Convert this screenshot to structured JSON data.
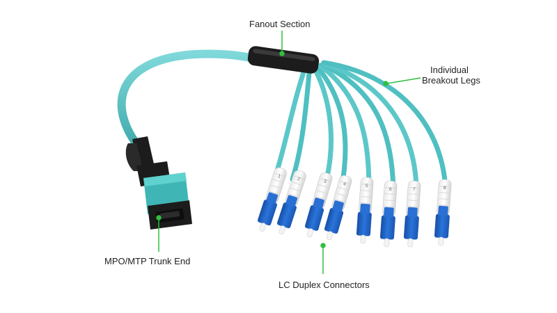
{
  "labels": {
    "fanout": "Fanout Section",
    "breakout_line1": "Individual",
    "breakout_line2": "Breakout Legs",
    "trunk": "MPO/MTP Trunk End",
    "lc": "LC Duplex Connectors"
  },
  "leg_markings": [
    "1",
    "2",
    "3",
    "4",
    "5",
    "6",
    "7",
    "8"
  ],
  "colors": {
    "cable": "#5cc7c9",
    "cable_dark": "#3aa5a8",
    "mpo_body": "#3fb6b5",
    "boot_black": "#1c1c1c",
    "lc_blue": "#1f63c9",
    "boot_white": "#f1f1f1",
    "callout_line": "#2fbf3f"
  },
  "icons": {
    "mpo_connector": "mpo-connector-icon",
    "lc_connector": "lc-connector-icon",
    "fanout_sleeve": "fanout-sleeve-icon"
  }
}
